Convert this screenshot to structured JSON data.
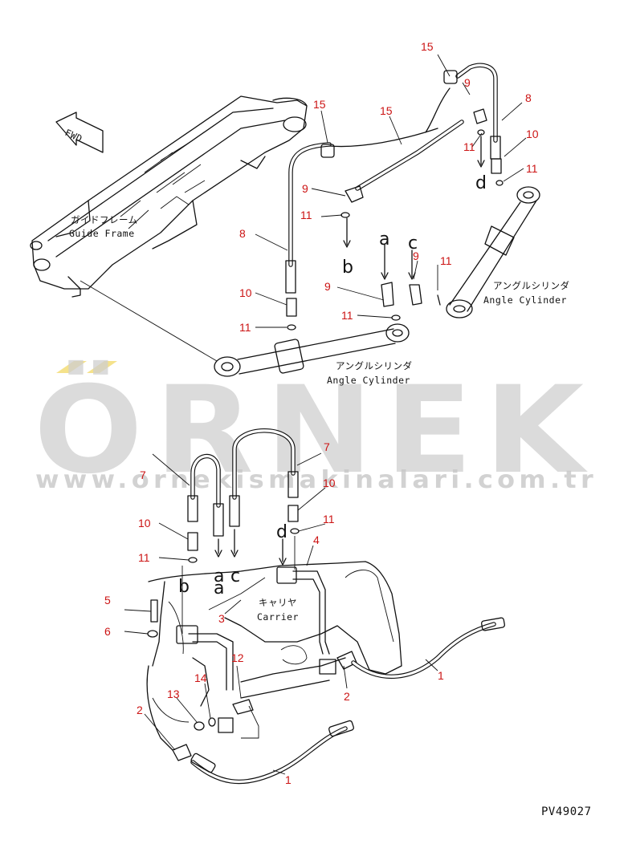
{
  "watermark": {
    "brand": "ÖRNEK",
    "url": "www.ornekismakinalari.com.tr"
  },
  "diagram_code": "PV49027",
  "fwd_label": "FWD",
  "labels": {
    "guide_frame_jp": "ガイドフレーム",
    "guide_frame_en": "Guide Frame",
    "angle_cyl_right_jp": "アングルシリンダ",
    "angle_cyl_right_en": "Angle Cylinder",
    "angle_cyl_left_jp": "アングルシリンダ",
    "angle_cyl_left_en": "Angle Cylinder",
    "carrier_jp": "キャリヤ",
    "carrier_en": "Carrier"
  },
  "connection_letters": {
    "top_a": "a",
    "top_b": "b",
    "top_c": "c",
    "top_d": "d",
    "bot_a_upper": "a",
    "bot_a_lower": "a",
    "bot_b": "b",
    "bot_c": "c",
    "bot_d": "d"
  },
  "callouts": {
    "c15_top": "15",
    "c9_top": "9",
    "c8_right": "8",
    "c10_right": "10",
    "c11_right_a": "11",
    "c11_right_b": "11",
    "c15_mid_a": "15",
    "c15_mid_b": "15",
    "c9_mid": "9",
    "c11_mid": "11",
    "c8_left": "8",
    "c10_left": "10",
    "c11_left": "11",
    "c9_c": "9",
    "c11_c": "11",
    "c9_a": "9",
    "c11_a": "11",
    "c7_left": "7",
    "c7_right": "7",
    "c10_bl": "10",
    "c10_br": "10",
    "c11_bl": "11",
    "c11_br": "11",
    "c4": "4",
    "c3": "3",
    "c5": "5",
    "c6": "6",
    "c12": "12",
    "c14": "14",
    "c13": "13",
    "c2_left": "2",
    "c2_right": "2",
    "c1_right": "1",
    "c1_bottom": "1"
  }
}
